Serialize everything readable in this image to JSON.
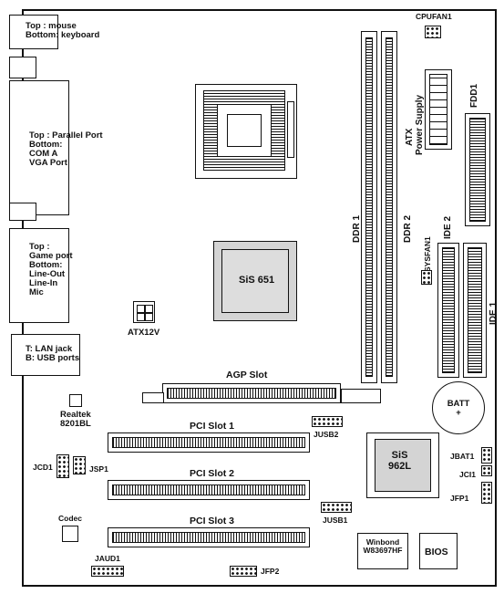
{
  "labels": {
    "mouse_keyboard": [
      "Top : mouse",
      "Bottom: keyboard"
    ],
    "parallel_port": [
      "Top : Parallel Port",
      "",
      "Bottom:",
      "COM A",
      "VGA Port"
    ],
    "game_port": [
      "Top :",
      "Game port",
      "",
      "Bottom:",
      "Line-Out",
      "Line-In",
      "Mic"
    ],
    "lan_usb": [
      "T: LAN jack",
      "B: USB ports"
    ],
    "cpufan": "CPUFAN1",
    "atx_power": [
      "ATX",
      "Power Supply"
    ],
    "fdd": "FDD1",
    "ddr1": "DDR 1",
    "ddr2": "DDR 2",
    "ide2": "IDE 2",
    "ide1": "IDE 1",
    "sysfan": "SYSFAN1",
    "northbridge": "SiS 651",
    "atx12v": "ATX12V",
    "agp": "AGP Slot",
    "batt": [
      "BATT",
      "+"
    ],
    "realtek": [
      "Realtek",
      "8201BL"
    ],
    "pci1": "PCI Slot 1",
    "pci2": "PCI Slot 2",
    "pci3": "PCI Slot 3",
    "jusb2": "JUSB2",
    "jusb1": "JUSB1",
    "southbridge": [
      "SiS",
      "962L"
    ],
    "jbat": "JBAT1",
    "jci": "JCI1",
    "jfp1": "JFP1",
    "jcd1": "JCD1",
    "jsp1": "JSP1",
    "codec": "Codec",
    "winbond": [
      "Winbond",
      "W83697HF"
    ],
    "bios": "BIOS",
    "jaud": "JAUD1",
    "jfp2": "JFP2"
  }
}
